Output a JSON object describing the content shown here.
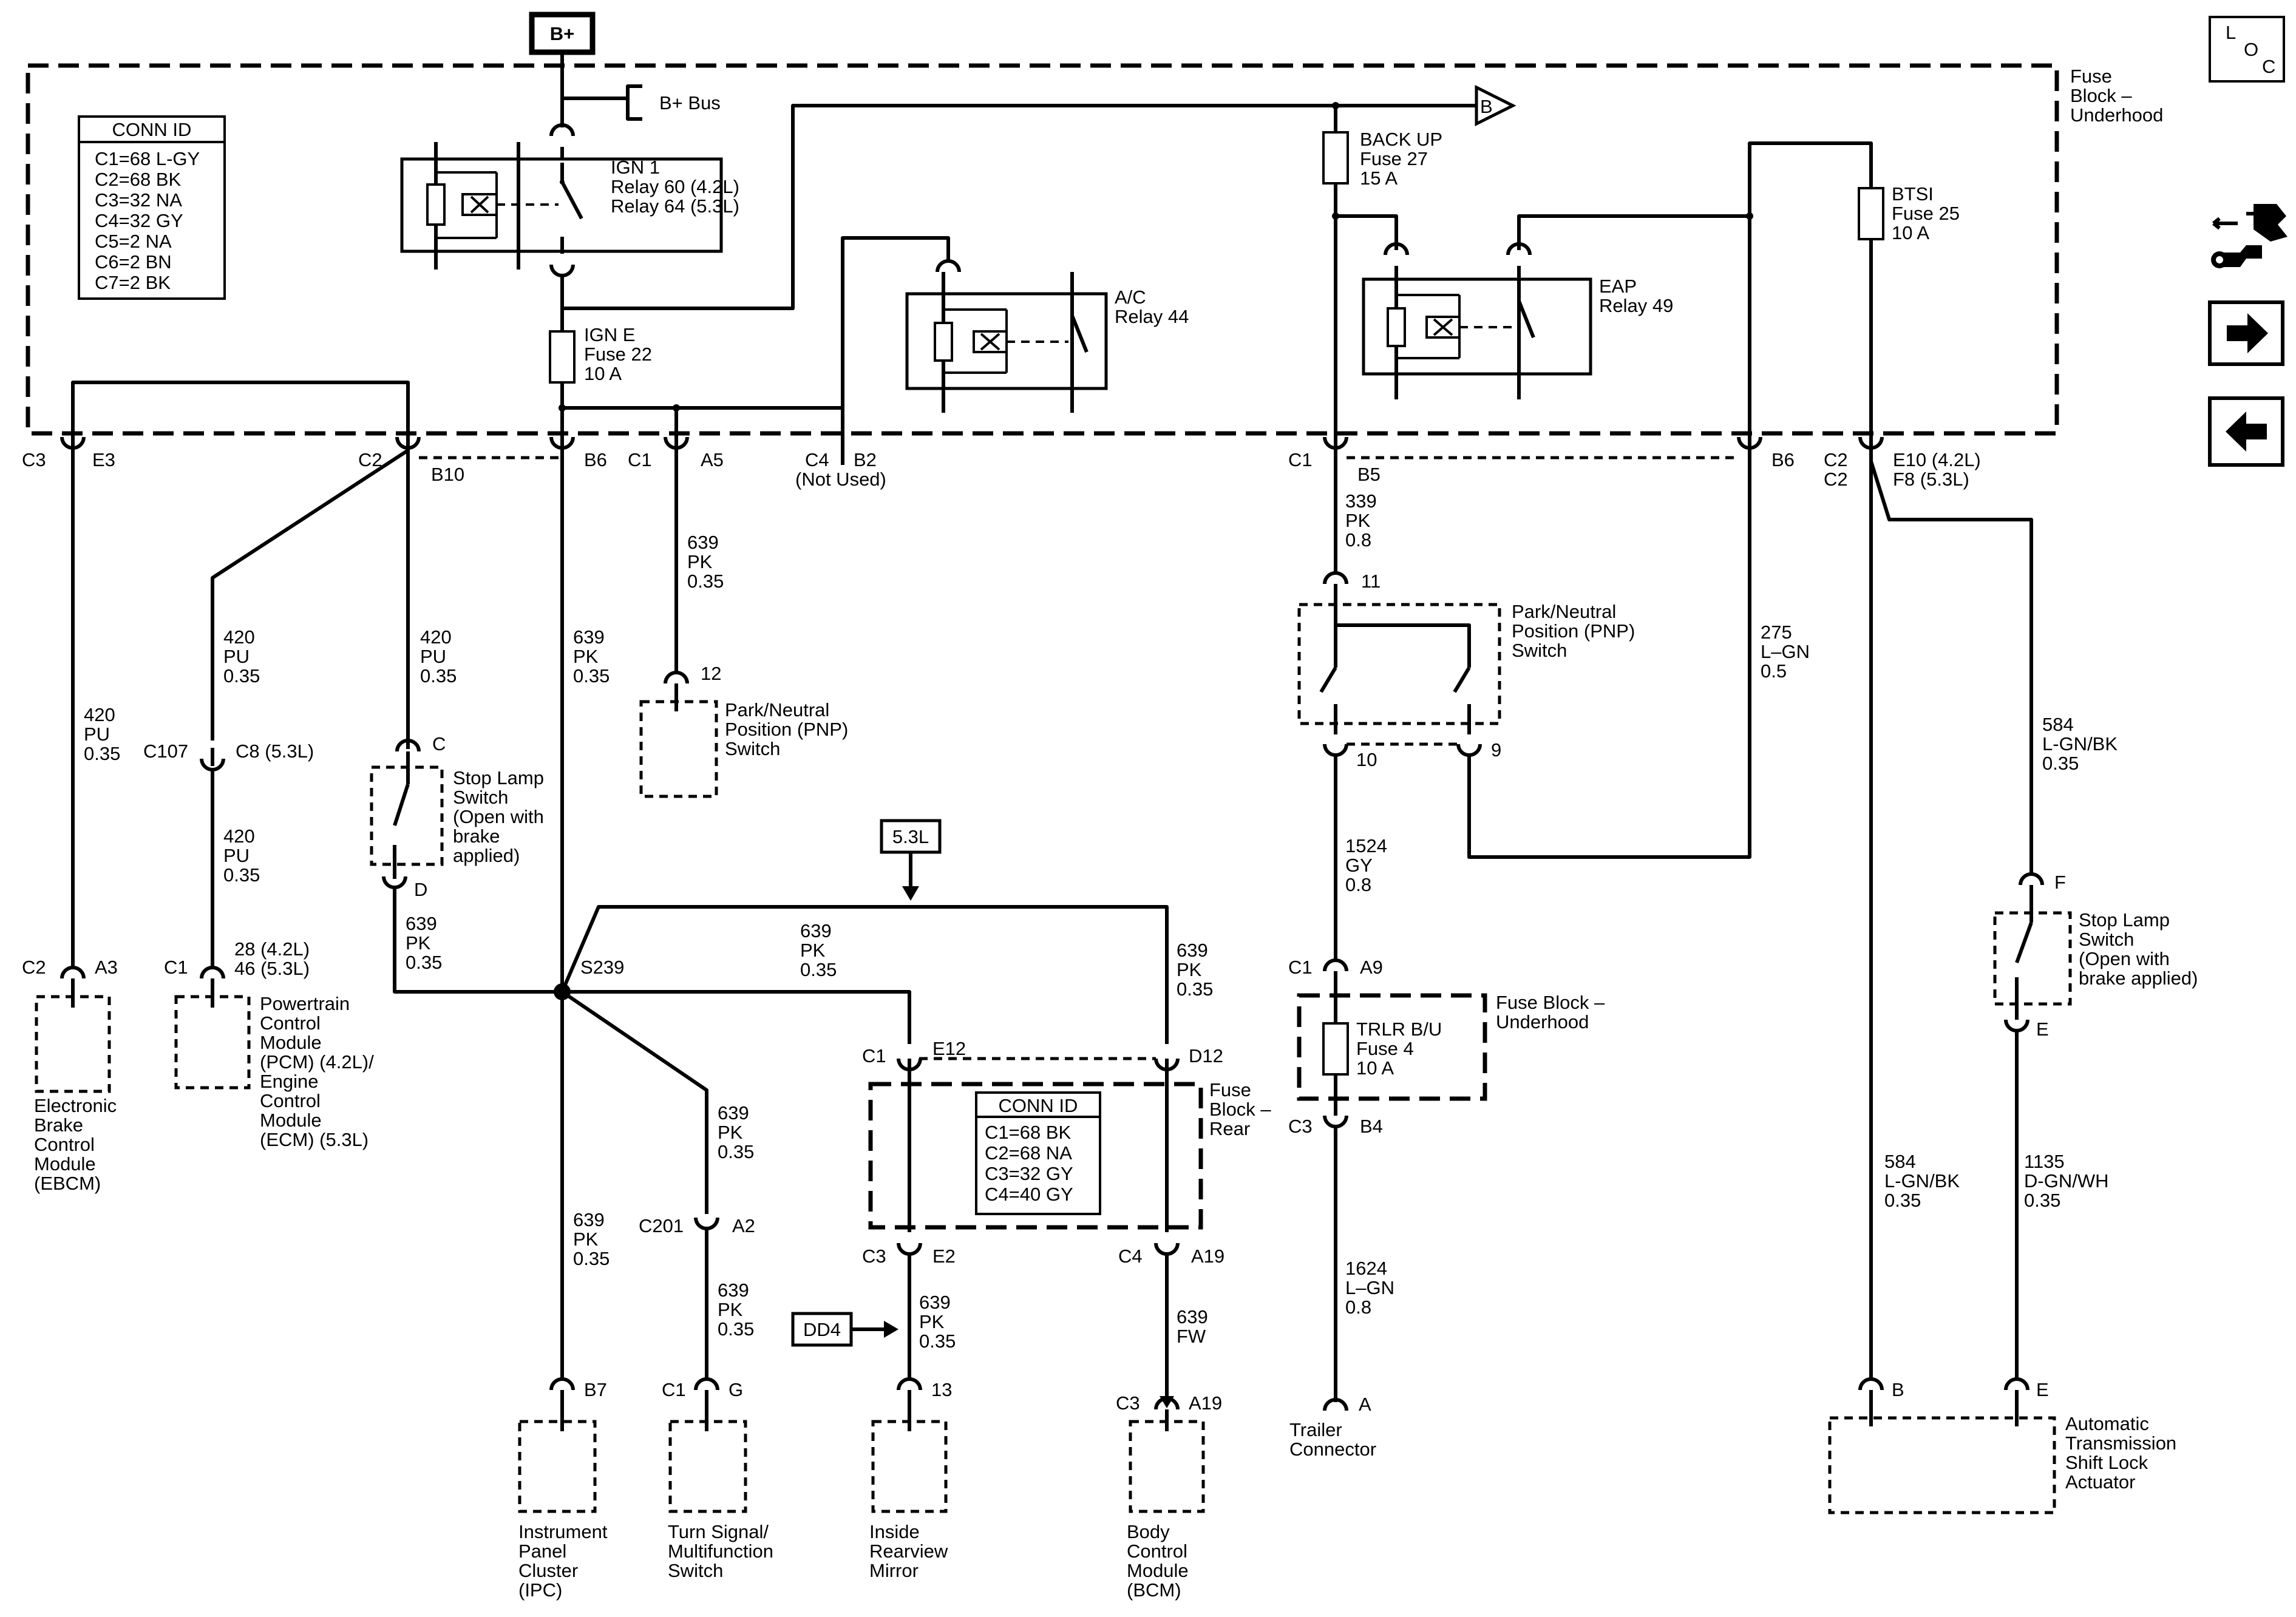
{
  "page": {
    "supply_label": "B+",
    "bus_label": "B+ Bus",
    "loc_label": [
      "L",
      "O",
      "C"
    ],
    "offpage_label": "B",
    "variant_label": "5.3L",
    "dd4_label": "DD4",
    "splice_label": "S239",
    "colors": {
      "wire": "#000000",
      "background": "#ffffff"
    }
  },
  "fuse_block_underhood": {
    "title": [
      "Fuse",
      "Block –",
      "Underhood"
    ],
    "conn_id": {
      "title": "CONN ID",
      "rows": [
        "C1=68 L-GY",
        "C2=68 BK",
        "C3=32 NA",
        "C4=32 GY",
        "C5=2 NA",
        "C6=2 BN",
        "C7=2 BK"
      ]
    },
    "relays": {
      "ign1": [
        "IGN 1",
        "Relay 60 (4.2L)",
        "Relay 64 (5.3L)"
      ],
      "ac": [
        "A/C",
        "Relay 44"
      ],
      "eap": [
        "EAP",
        "Relay 49"
      ]
    },
    "fuses": {
      "ign_e": [
        "IGN E",
        "Fuse 22",
        "10 A"
      ],
      "back_up": [
        "BACK UP",
        "Fuse 27",
        "15 A"
      ],
      "btsi": [
        "BTSI",
        "Fuse 25",
        "10 A"
      ]
    },
    "terminals": {
      "c3": "C3",
      "e3": "E3",
      "c2": "C2",
      "b10": "B10",
      "b6_left": "B6",
      "c1_a5": "C1",
      "a5": "A5",
      "c4": "C4",
      "b2": "B2",
      "not_used": "(Not Used)",
      "c1_b5": "C1",
      "b5": "B5",
      "b6_right": "B6",
      "c2_a": "C2",
      "c2_b": "C2",
      "e10": "E10 (4.2L)",
      "f8": "F8 (5.3L)"
    }
  },
  "wires": {
    "w420_a": [
      "420",
      "PU",
      "0.35"
    ],
    "w420_b": [
      "420",
      "PU",
      "0.35"
    ],
    "w420_c": [
      "420",
      "PU",
      "0.35"
    ],
    "w420_d": [
      "420",
      "PU",
      "0.35"
    ],
    "w639_b6": [
      "639",
      "PK",
      "0.35"
    ],
    "w639_a5": [
      "639",
      "PK",
      "0.35"
    ],
    "w639_d": [
      "639",
      "PK",
      "0.35"
    ],
    "w639_top": [
      "639",
      "PK",
      "0.35"
    ],
    "w639_bcm_top": [
      "639",
      "PK",
      "0.35"
    ],
    "w639_c201_top": [
      "639",
      "PK",
      "0.35"
    ],
    "w639_c201_bot": [
      "639",
      "PK",
      "0.35"
    ],
    "w639_ipc": [
      "639",
      "PK",
      "0.35"
    ],
    "w639_mirror": [
      "639",
      "PK",
      "0.35"
    ],
    "w639_fw": [
      "639",
      "FW"
    ],
    "w339": [
      "339",
      "PK",
      "0.8"
    ],
    "w1524": [
      "1524",
      "GY",
      "0.8"
    ],
    "w1624": [
      "1624",
      "L–GN",
      "0.8"
    ],
    "w275": [
      "275",
      "L–GN",
      "0.5"
    ],
    "w584_top": [
      "584",
      "L-GN/BK",
      "0.35"
    ],
    "w584_bot": [
      "584",
      "L-GN/BK",
      "0.35"
    ],
    "w1135": [
      "1135",
      "D-GN/WH",
      "0.35"
    ]
  },
  "components": {
    "ebcm": {
      "name": [
        "Electronic",
        "Brake",
        "Control",
        "Module",
        "(EBCM)"
      ],
      "conn": "C2",
      "pin": "A3"
    },
    "pcm": {
      "name": [
        "Powertrain",
        "Control",
        "Module",
        "(PCM) (4.2L)/",
        "Engine",
        "Control",
        "Module",
        "(ECM) (5.3L)"
      ],
      "conn": "C1",
      "pins": [
        "28 (4.2L)",
        "46 (5.3L)"
      ]
    },
    "c107": {
      "label": "C107",
      "pin": "C8 (5.3L)"
    },
    "stop_lamp_left": {
      "name": [
        "Stop Lamp",
        "Switch",
        "(Open with",
        "brake",
        "applied)"
      ],
      "pin_top": "C",
      "pin_bottom": "D"
    },
    "pnp_left": {
      "name": [
        "Park/Neutral",
        "Position (PNP)",
        "Switch"
      ],
      "pin": "12"
    },
    "pnp_right": {
      "name": [
        "Park/Neutral",
        "Position (PNP)",
        "Switch"
      ],
      "pin_top": "11",
      "pin_a": "10",
      "pin_b": "9"
    },
    "fuse_block_rear": {
      "title": [
        "Fuse",
        "Block –",
        "Rear"
      ],
      "conn_id": {
        "title": "CONN ID",
        "rows": [
          "C1=68 BK",
          "C2=68 NA",
          "C3=32 GY",
          "C4=40 GY"
        ]
      },
      "terminals": {
        "c1": "C1",
        "e12": "E12",
        "d12": "D12",
        "c3": "C3",
        "e2": "E2",
        "c4": "C4",
        "a19": "A19"
      }
    },
    "trlr_fuse": {
      "name": [
        "TRLR B/U",
        "Fuse 4",
        "10 A"
      ],
      "block": [
        "Fuse Block –",
        "Underhood"
      ],
      "c1": "C1",
      "a9": "A9",
      "c3": "C3",
      "b4": "B4"
    },
    "c201": {
      "label": "C201",
      "pin": "A2"
    },
    "ipc": {
      "name": [
        "Instrument",
        "Panel",
        "Cluster",
        "(IPC)"
      ],
      "pin": "B7"
    },
    "turn_signal": {
      "name": [
        "Turn Signal/",
        "Multifunction",
        "Switch"
      ],
      "conn": "C1",
      "pin": "G"
    },
    "mirror": {
      "name": [
        "Inside",
        "Rearview",
        "Mirror"
      ],
      "pin": "13"
    },
    "bcm": {
      "name": [
        "Body",
        "Control",
        "Module",
        "(BCM)"
      ],
      "conn": "C3",
      "pin": "A19"
    },
    "trailer": {
      "name": [
        "Trailer",
        "Connector"
      ],
      "pin": "A"
    },
    "stop_lamp_right": {
      "name": [
        "Stop Lamp",
        "Switch",
        "(Open with",
        "brake applied)"
      ],
      "pin_top": "F",
      "pin_bottom": "E"
    },
    "shift_lock": {
      "name": [
        "Automatic",
        "Transmission",
        "Shift Lock",
        "Actuator"
      ],
      "pin_b": "B",
      "pin_e": "E"
    }
  },
  "sidebar": {
    "icons": [
      "service-tools-icon",
      "arrow-right-icon",
      "arrow-left-icon"
    ]
  }
}
